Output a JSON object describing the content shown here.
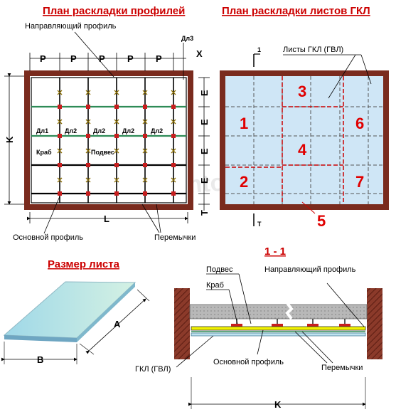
{
  "titles": {
    "profiles_plan": "План раскладки профилей",
    "sheets_plan": "План раскладки листов ГКЛ",
    "sheet_size": "Размер листа",
    "section": "1 - 1"
  },
  "profiles_plan": {
    "guide_profile": "Направляющий профиль",
    "main_profile": "Основной профиль",
    "lintels": "Перемычки",
    "crab": "Краб",
    "hanger": "Подвес",
    "dl1": "Дл1",
    "dl2": "Дл2",
    "dl3": "Дл3",
    "dim_p": "P",
    "dim_x": "X",
    "dim_e": "E",
    "dim_t": "T",
    "dim_k": "K",
    "dim_l": "L"
  },
  "sheets_plan": {
    "sheets_label": "Листы ГКЛ (ГВЛ)",
    "mark_1": "1",
    "mark_t": "T",
    "sheet_numbers": [
      "1",
      "2",
      "3",
      "4",
      "5",
      "6",
      "7"
    ]
  },
  "sheet_size": {
    "dim_a": "A",
    "dim_b": "B"
  },
  "section": {
    "hanger": "Подвес",
    "crab": "Краб",
    "guide_profile": "Направляющий профиль",
    "gkl": "ГКЛ (ГВЛ)",
    "main_profile": "Основной профиль",
    "lintels": "Перемычки",
    "dim_k": "K"
  },
  "watermark": "svoydomtoday.ru",
  "colors": {
    "title": "#cc0000",
    "wall": "#7a2b1e",
    "sheet_fill": "#cfe6f6",
    "main_profile": "#000000",
    "lintel": "#2e8b57",
    "crab": "#c81e1e",
    "numbers": "#e00000"
  }
}
